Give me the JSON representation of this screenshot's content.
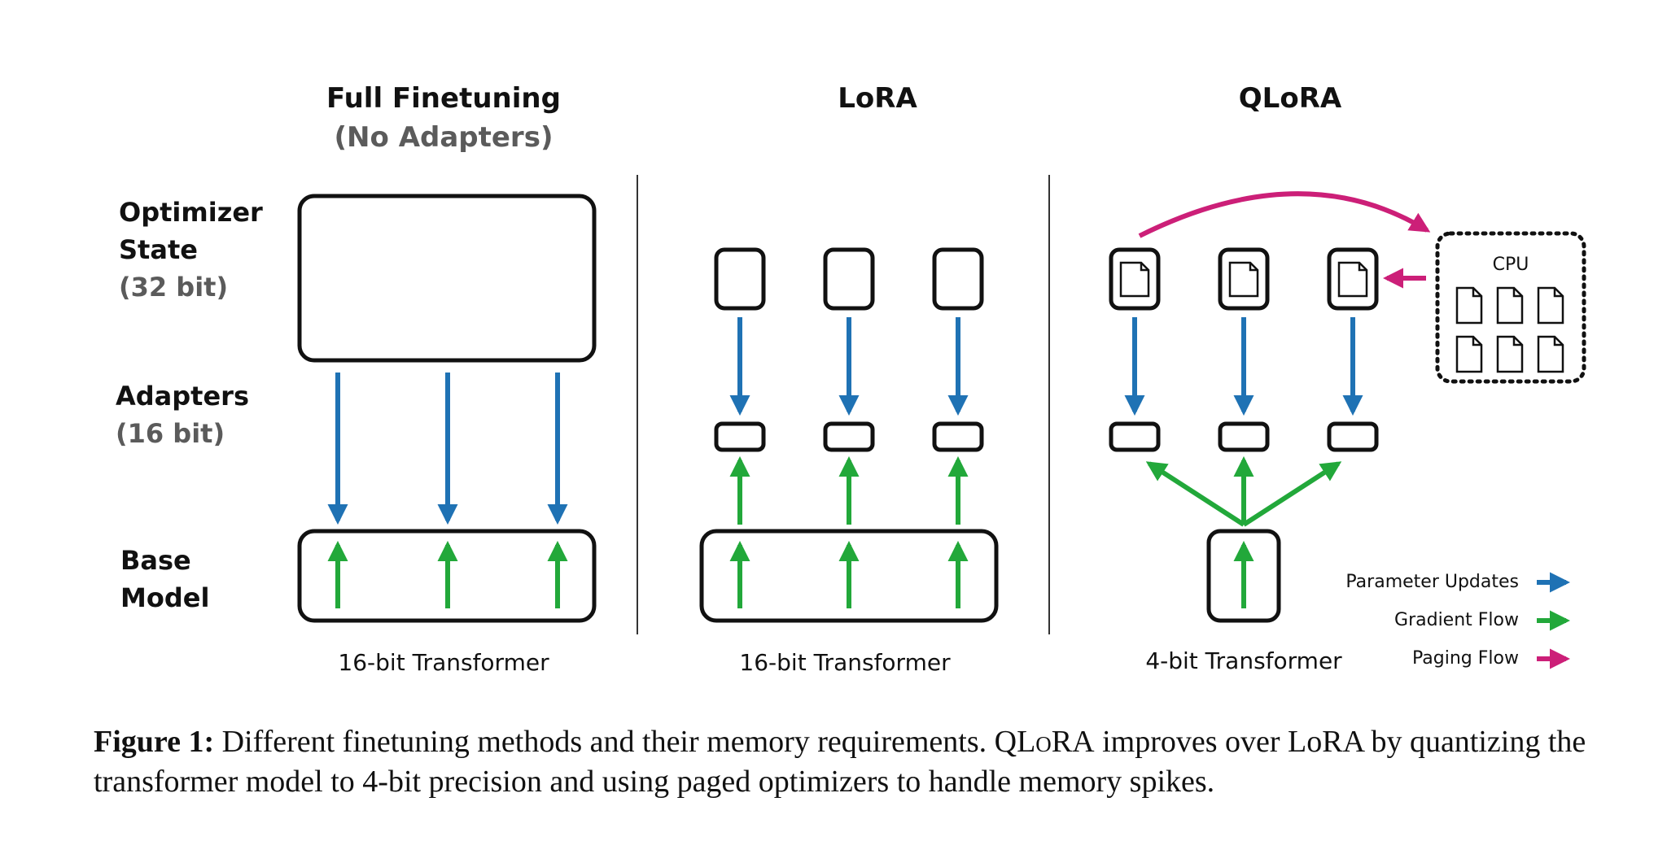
{
  "colors": {
    "blue": "#1f72b4",
    "green": "#22a83a",
    "magenta": "#cc1f78",
    "box": "#111111",
    "gray_text": "#5b5b5b",
    "divider": "#333333"
  },
  "columns": {
    "full": {
      "title": "Full Finetuning",
      "subtitle": "(No Adapters)",
      "footer": "16-bit Transformer"
    },
    "lora": {
      "title": "LoRA",
      "footer": "16-bit Transformer"
    },
    "qlora": {
      "title": "QLoRA",
      "footer": "4-bit Transformer",
      "cpu_label": "CPU"
    }
  },
  "row_labels": {
    "optimizer": {
      "line1": "Optimizer",
      "line2": "State",
      "bits": "(32 bit)"
    },
    "adapters": {
      "line1": "Adapters",
      "bits": "(16 bit)"
    },
    "base": {
      "line1": "Base",
      "line2": "Model"
    }
  },
  "legend": [
    {
      "label": "Parameter Updates",
      "color": "blue"
    },
    {
      "label": "Gradient Flow",
      "color": "green"
    },
    {
      "label": "Paging Flow",
      "color": "magenta"
    }
  ],
  "caption": {
    "label": "Figure 1:",
    "text_a": " Different finetuning methods and their memory requirements. Q",
    "smallcaps": "LoRA",
    "text_b": " improves over LoRA by quantizing the transformer model to 4-bit precision and using paged optimizers to handle memory spikes."
  }
}
